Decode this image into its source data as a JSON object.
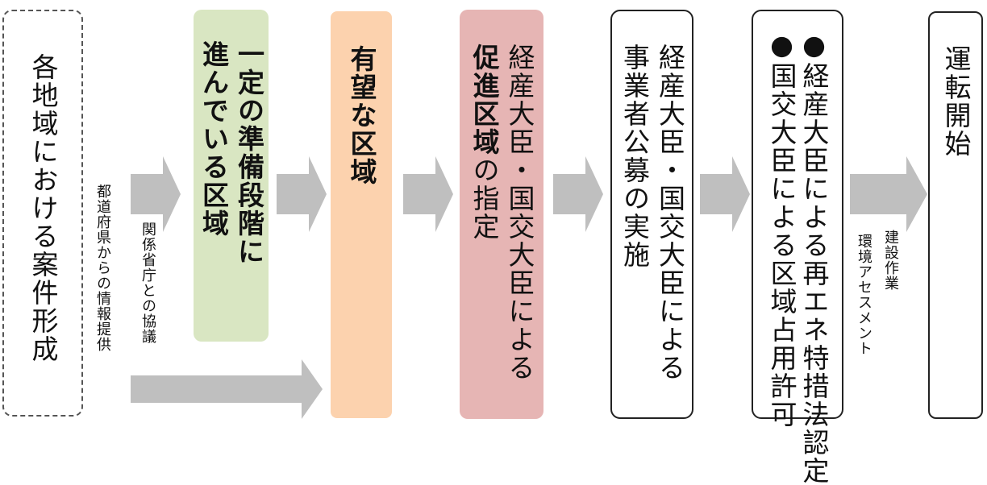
{
  "steps": {
    "s1": "各地域における案件形成",
    "s2": [
      "一定の準備段階に",
      "進んでいる区域"
    ],
    "s3": "有望な区域",
    "s4": {
      "bold": "促進区域",
      "normal": "の指定",
      "line1": "経産大臣・国交大臣による"
    },
    "s5": [
      "経産大臣・国交大臣による",
      "事業者公募の実施"
    ],
    "s6": [
      "●経産大臣による再エネ特措法認定",
      "●国交大臣による区域占用許可"
    ],
    "s7": "運転開始"
  },
  "notes": {
    "prefecture": "都道府県からの情報提供",
    "ministry": "関係省庁との協議",
    "construction": "建設作業",
    "assessment": "環境アセスメント"
  },
  "colors": {
    "green": "#d9e6c2",
    "orange": "#fcd2ae",
    "pink": "#e6b5b4",
    "arrow": "#bfbfbf"
  }
}
